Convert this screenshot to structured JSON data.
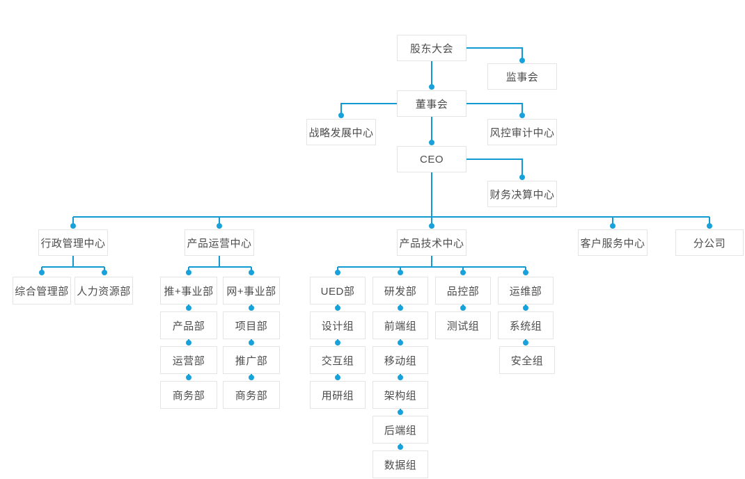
{
  "colors": {
    "line": "#1199d1",
    "dot": "#17a2dc",
    "node_border": "#e4e4e4",
    "node_text": "#4c4c4c",
    "background": "#ffffff"
  },
  "nodes": {
    "shareholders": {
      "label": "股东大会",
      "children": [
        "supervisory",
        "board"
      ]
    },
    "supervisory": {
      "label": "监事会",
      "children": []
    },
    "board": {
      "label": "董事会",
      "children": [
        "strategy",
        "risk",
        "ceo"
      ]
    },
    "strategy": {
      "label": "战略发展中心",
      "children": []
    },
    "risk": {
      "label": "风控审计中心",
      "children": []
    },
    "ceo": {
      "label": "CEO",
      "children": [
        "finance",
        "admin",
        "operation",
        "tech",
        "service",
        "branch"
      ]
    },
    "finance": {
      "label": "财务决算中心",
      "children": []
    },
    "admin": {
      "label": "行政管理中心",
      "children": [
        "general_affairs",
        "hr"
      ]
    },
    "operation": {
      "label": "产品运营中心",
      "children": [
        "tui_division",
        "wang_division"
      ]
    },
    "tech": {
      "label": "产品技术中心",
      "children": [
        "ued",
        "rd",
        "qc",
        "ops"
      ]
    },
    "service": {
      "label": "客户服务中心",
      "children": []
    },
    "branch": {
      "label": "分公司",
      "children": []
    },
    "general_affairs": {
      "label": "综合管理部",
      "children": []
    },
    "hr": {
      "label": "人力资源部",
      "children": []
    },
    "tui_division": {
      "label": "推+事业部",
      "children": [
        "product_dept",
        "operations_dept",
        "business_dept_tui"
      ]
    },
    "wang_division": {
      "label": "网+事业部",
      "children": [
        "project_dept",
        "promotion_dept",
        "business_dept_wang"
      ]
    },
    "ued": {
      "label": "UED部",
      "children": [
        "design_group",
        "interaction_group",
        "user_research_group"
      ]
    },
    "rd": {
      "label": "研发部",
      "children": [
        "frontend_group",
        "mobile_group",
        "architecture_group",
        "backend_group",
        "data_group"
      ]
    },
    "qc": {
      "label": "品控部",
      "children": [
        "test_group"
      ]
    },
    "ops": {
      "label": "运维部",
      "children": [
        "system_group",
        "security_group"
      ]
    },
    "product_dept": {
      "label": "产品部",
      "children": []
    },
    "operations_dept": {
      "label": "运营部",
      "children": []
    },
    "business_dept_tui": {
      "label": "商务部",
      "children": []
    },
    "project_dept": {
      "label": "项目部",
      "children": []
    },
    "promotion_dept": {
      "label": "推广部",
      "children": []
    },
    "business_dept_wang": {
      "label": "商务部",
      "children": []
    },
    "design_group": {
      "label": "设计组",
      "children": []
    },
    "interaction_group": {
      "label": "交互组",
      "children": []
    },
    "user_research_group": {
      "label": "用研组",
      "children": []
    },
    "frontend_group": {
      "label": "前端组",
      "children": []
    },
    "mobile_group": {
      "label": "移动组",
      "children": []
    },
    "architecture_group": {
      "label": "架构组",
      "children": []
    },
    "backend_group": {
      "label": "后端组",
      "children": []
    },
    "data_group": {
      "label": "数据组",
      "children": []
    },
    "test_group": {
      "label": "测试组",
      "children": []
    },
    "system_group": {
      "label": "系统组",
      "children": []
    },
    "security_group": {
      "label": "安全组",
      "children": []
    }
  }
}
